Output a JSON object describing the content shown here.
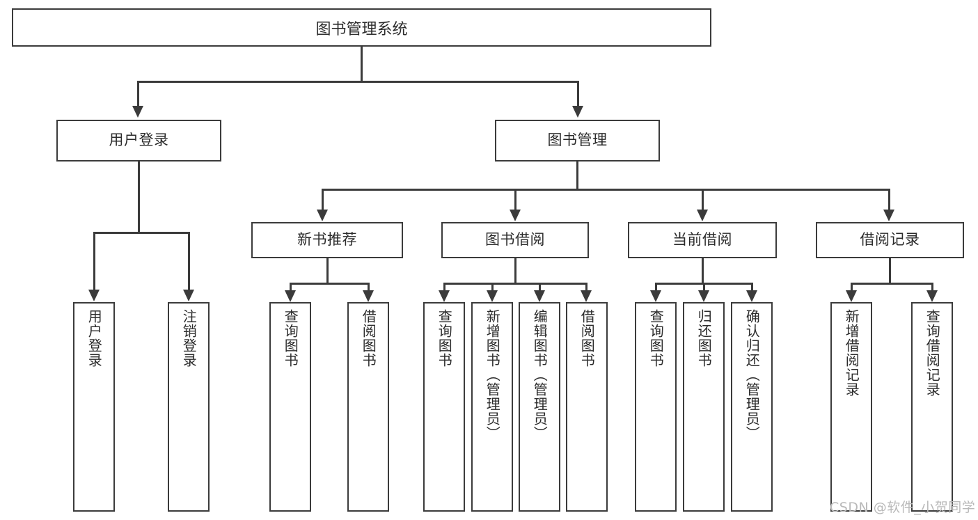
{
  "diagram": {
    "title": "图书管理系统",
    "type": "hierarchy-tree",
    "root": {
      "id": "root",
      "label": "图书管理系统"
    },
    "level1": [
      {
        "id": "user-login",
        "label": "用户登录"
      },
      {
        "id": "book-manage",
        "label": "图书管理"
      }
    ],
    "level2": [
      {
        "id": "new-book-recommend",
        "label": "新书推荐"
      },
      {
        "id": "book-borrow",
        "label": "图书借阅"
      },
      {
        "id": "current-borrow",
        "label": "当前借阅"
      },
      {
        "id": "borrow-record",
        "label": "借阅记录"
      }
    ],
    "leaves": {
      "user_login": [
        {
          "id": "leaf-user-login",
          "label": "用户登录"
        },
        {
          "id": "leaf-logout-login",
          "label": "注销登录"
        }
      ],
      "new_book_recommend": [
        {
          "id": "leaf-query-book-1",
          "label": "查询图书"
        },
        {
          "id": "leaf-borrow-book-1",
          "label": "借阅图书"
        }
      ],
      "book_borrow": [
        {
          "id": "leaf-query-book-2",
          "label": "查询图书"
        },
        {
          "id": "leaf-add-book",
          "label": "新增图书（管理员）"
        },
        {
          "id": "leaf-edit-book",
          "label": "编辑图书（管理员）"
        },
        {
          "id": "leaf-borrow-book-2",
          "label": "借阅图书"
        }
      ],
      "current_borrow": [
        {
          "id": "leaf-query-book-3",
          "label": "查询图书"
        },
        {
          "id": "leaf-return-book",
          "label": "归还图书"
        },
        {
          "id": "leaf-confirm-return",
          "label": "确认归还（管理员）"
        }
      ],
      "borrow_record": [
        {
          "id": "leaf-add-record",
          "label": "新增借阅记录"
        },
        {
          "id": "leaf-query-record",
          "label": "查询借阅记录"
        }
      ]
    }
  },
  "watermark": {
    "text": "CSDN @软件_小贺同学"
  },
  "colors": {
    "line": "#3b3b3b",
    "text": "#2b2b2b",
    "background": "#ffffff",
    "watermark": "#b9b9b9"
  }
}
